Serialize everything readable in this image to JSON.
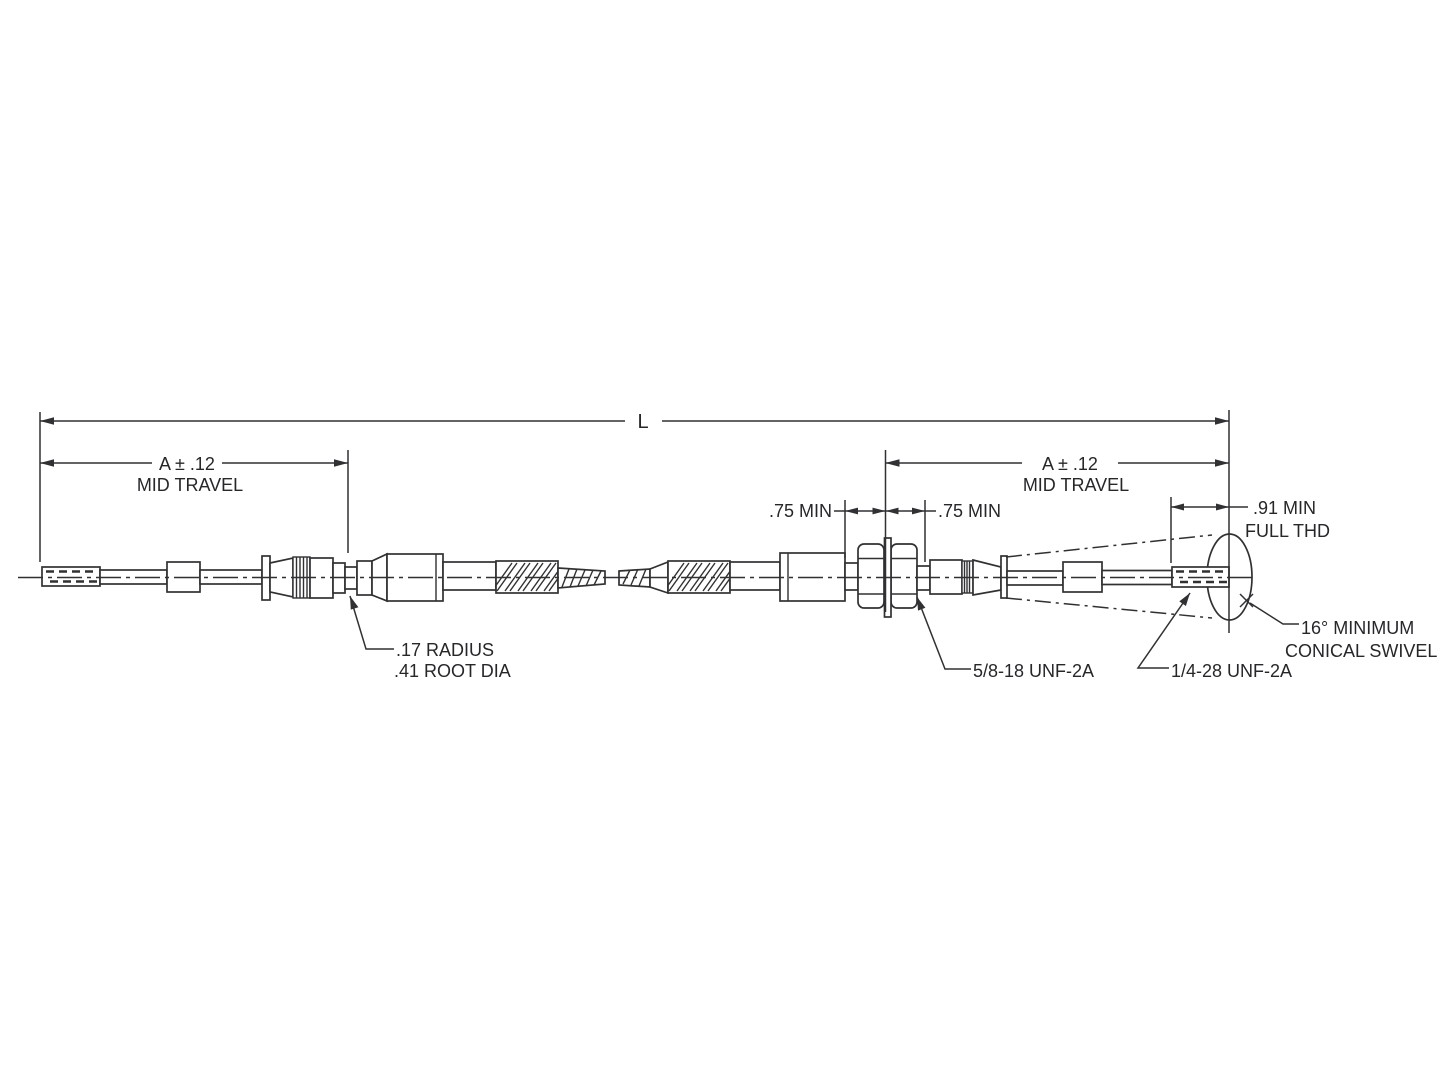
{
  "diagram": {
    "kind": "push-pull control cable assembly engineering drawing",
    "colors": {
      "background": "#ffffff",
      "line": "#303134",
      "text": "#26272b"
    },
    "labels": {
      "overall_length": "L",
      "travel_left_value": "A ± .12",
      "travel_left_caption": "MID TRAVEL",
      "travel_right_value": "A ± .12",
      "travel_right_caption": "MID TRAVEL",
      "bulkhead_left_clearance": ".75 MIN",
      "bulkhead_right_clearance": ".75 MIN",
      "full_thread_value": ".91 MIN",
      "full_thread_caption": "FULL THD",
      "groove_radius": ".17 RADIUS",
      "groove_root_dia": ".41 ROOT DIA",
      "bushing_thread": "5/8-18 UNF-2A",
      "rod_thread": "1/4-28 UNF-2A",
      "swivel_angle": "16° MINIMUM",
      "swivel_caption": "CONICAL SWIVEL"
    }
  }
}
